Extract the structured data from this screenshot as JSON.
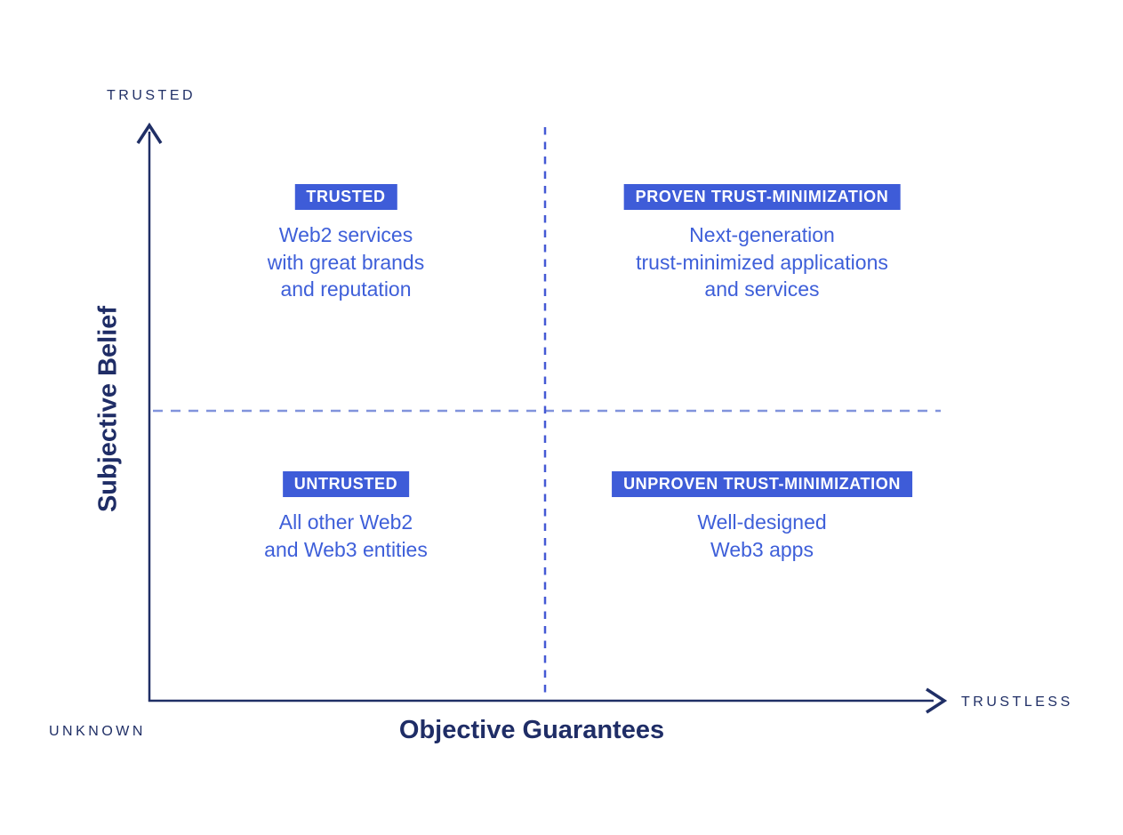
{
  "diagram": {
    "y_axis": {
      "title": "Subjective Belief",
      "top_label": "TRUSTED",
      "origin_label": "UNKNOWN"
    },
    "x_axis": {
      "title": "Objective Guarantees",
      "end_label": "TRUSTLESS"
    },
    "quadrants": {
      "top_left": {
        "badge": "TRUSTED",
        "lines": [
          "Web2 services",
          "with great brands",
          "and reputation"
        ]
      },
      "top_right": {
        "badge": "PROVEN TRUST-MINIMIZATION",
        "lines": [
          "Next-generation",
          "trust-minimized applications",
          "and services"
        ]
      },
      "bottom_left": {
        "badge": "UNTRUSTED",
        "lines": [
          "All other Web2",
          "and Web3 entities"
        ]
      },
      "bottom_right": {
        "badge": "UNPROVEN TRUST-MINIMIZATION",
        "lines": [
          "Well-designed",
          "Web3 apps"
        ]
      }
    },
    "colors": {
      "background": "#ffffff",
      "axis": "#202f66",
      "axis_text": "#202f66",
      "badge_background": "#3e5cd8",
      "badge_text": "#ffffff",
      "body_text": "#3e5fd9",
      "dashed_horizontal": "#8193dc",
      "dashed_vertical": "#4459d4"
    }
  }
}
